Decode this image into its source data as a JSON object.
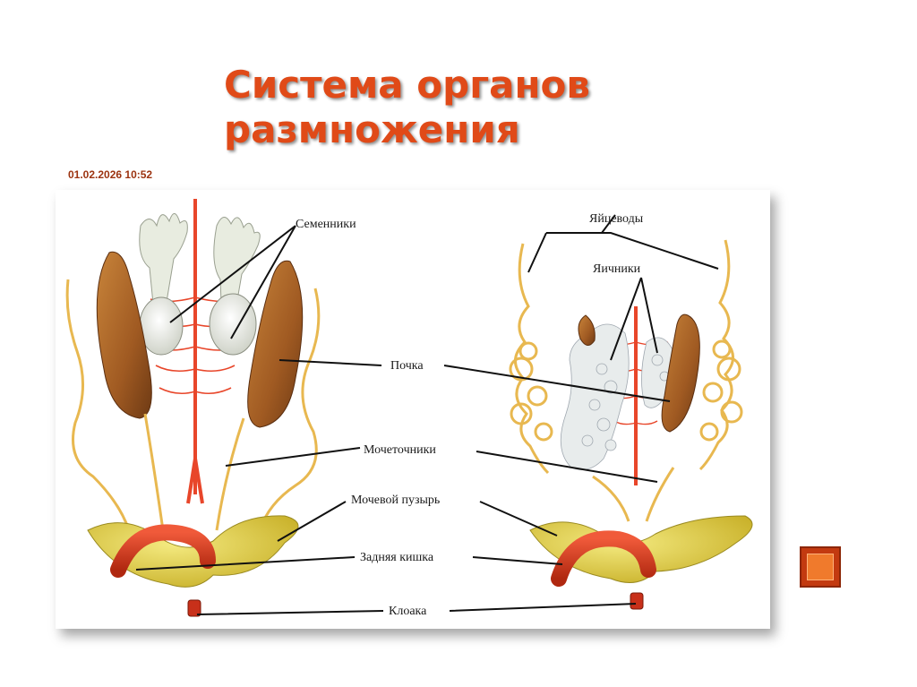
{
  "slide": {
    "title_line1": "Система органов",
    "title_line2": "размножения",
    "datetime": "01.02.2026 10:52"
  },
  "labels": {
    "testes": "Семенники",
    "oviducts": "Яйцеводы",
    "ovaries": "Яичники",
    "kidney": "Почка",
    "ureters": "Мочеточники",
    "bladder": "Мочевой пузырь",
    "hindgut": "Задняя кишка",
    "cloaca": "Клоака"
  },
  "colors": {
    "accent": "#e04a18",
    "kidney": "#a8642a",
    "duct": "#e8b850",
    "gut": "#d83820",
    "bladder": "#e0d040",
    "vessel": "#e8462a"
  },
  "icons": {
    "next": "square-button-icon"
  }
}
